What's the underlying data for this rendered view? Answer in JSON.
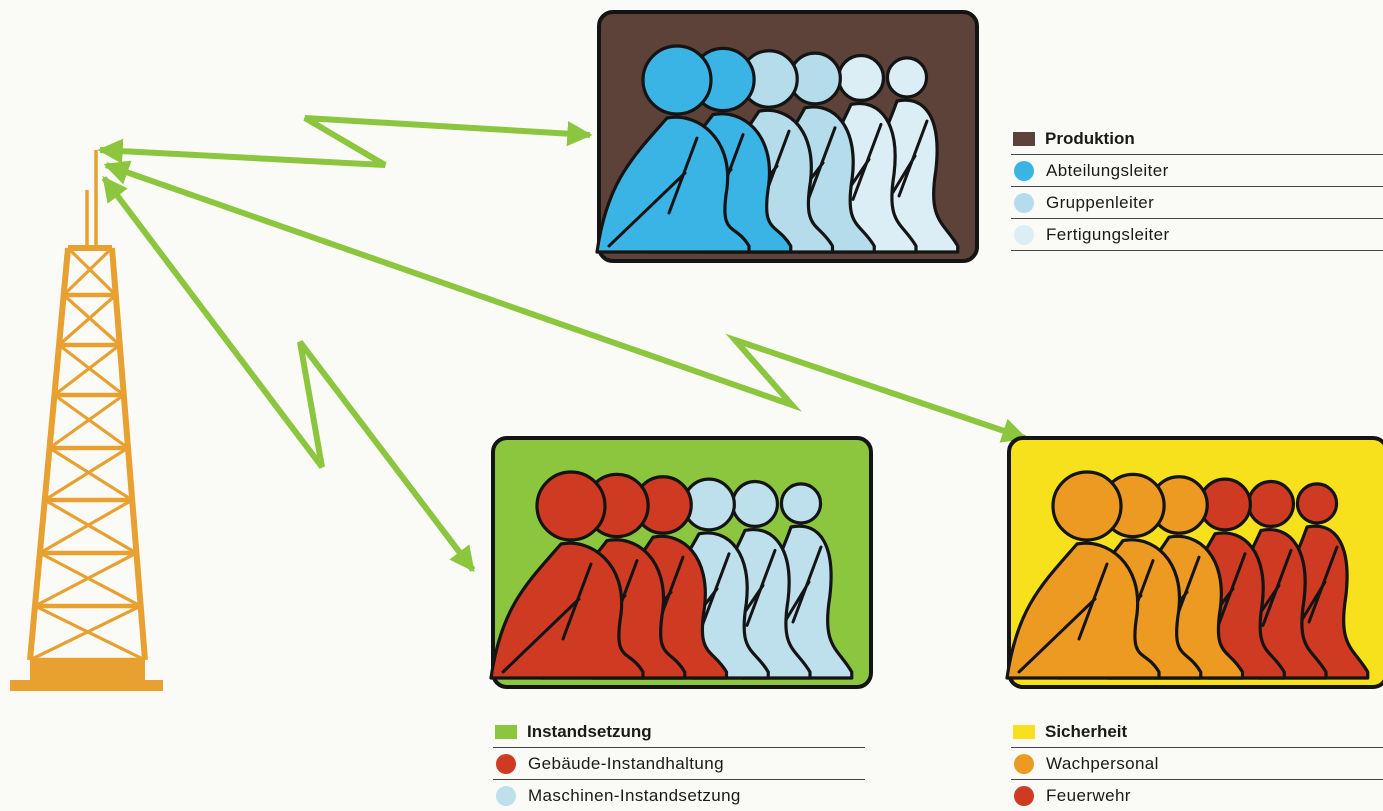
{
  "colors": {
    "tower": "#e8a030",
    "link": "#8cc63f",
    "outline": "#141414"
  },
  "groups": [
    {
      "id": "produktion",
      "title": "Produktion",
      "panel_color": "#5c4238",
      "figures": [
        "#39b4e5",
        "#39b4e5",
        "#b5dcea",
        "#b5dcea",
        "#dbeef5",
        "#dbeef5"
      ],
      "members": [
        {
          "label": "Abteilungsleiter",
          "color": "#39b4e5"
        },
        {
          "label": "Gruppenleiter",
          "color": "#b5dcea"
        },
        {
          "label": "Fertigungsleiter",
          "color": "#dbeef5"
        }
      ]
    },
    {
      "id": "instandsetzung",
      "title": "Instandsetzung",
      "panel_color": "#8cc63f",
      "figures": [
        "#cf3a22",
        "#cf3a22",
        "#cf3a22",
        "#bde0ec",
        "#bde0ec",
        "#bde0ec"
      ],
      "members": [
        {
          "label": "Gebäude-Instandhaltung",
          "color": "#cf3a22"
        },
        {
          "label": "Maschinen-Instandsetzung",
          "color": "#bde0ec"
        }
      ]
    },
    {
      "id": "sicherheit",
      "title": "Sicherheit",
      "panel_color": "#f7e11c",
      "figures": [
        "#ec9a22",
        "#ec9a22",
        "#ec9a22",
        "#cf3a22",
        "#cf3a22",
        "#cf3a22"
      ],
      "members": [
        {
          "label": "Wachpersonal",
          "color": "#ec9a22"
        },
        {
          "label": "Feuerwehr",
          "color": "#cf3a22"
        }
      ]
    }
  ]
}
